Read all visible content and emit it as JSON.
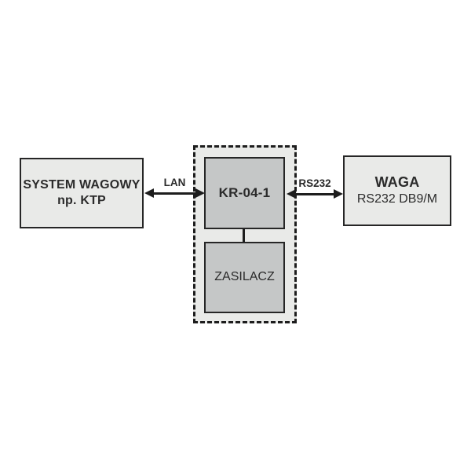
{
  "diagram": {
    "nodes": {
      "system_wagowy": {
        "line1": "SYSTEM WAGOWY",
        "line2": "np. KTP"
      },
      "kr041": {
        "label": "KR-04-1"
      },
      "zasilacz": {
        "label": "ZASILACZ"
      },
      "waga": {
        "line1": "WAGA",
        "line2": "RS232 DB9/M"
      }
    },
    "connections": {
      "lan": {
        "label": "LAN"
      },
      "rs232": {
        "label": "RS232"
      }
    },
    "colors": {
      "background": "#ffffff",
      "box_light": "#e9eae8",
      "box_medium": "#c5c7c7",
      "border": "#262626",
      "line": "#1d1d1d",
      "text": "#2b2b2b"
    }
  }
}
